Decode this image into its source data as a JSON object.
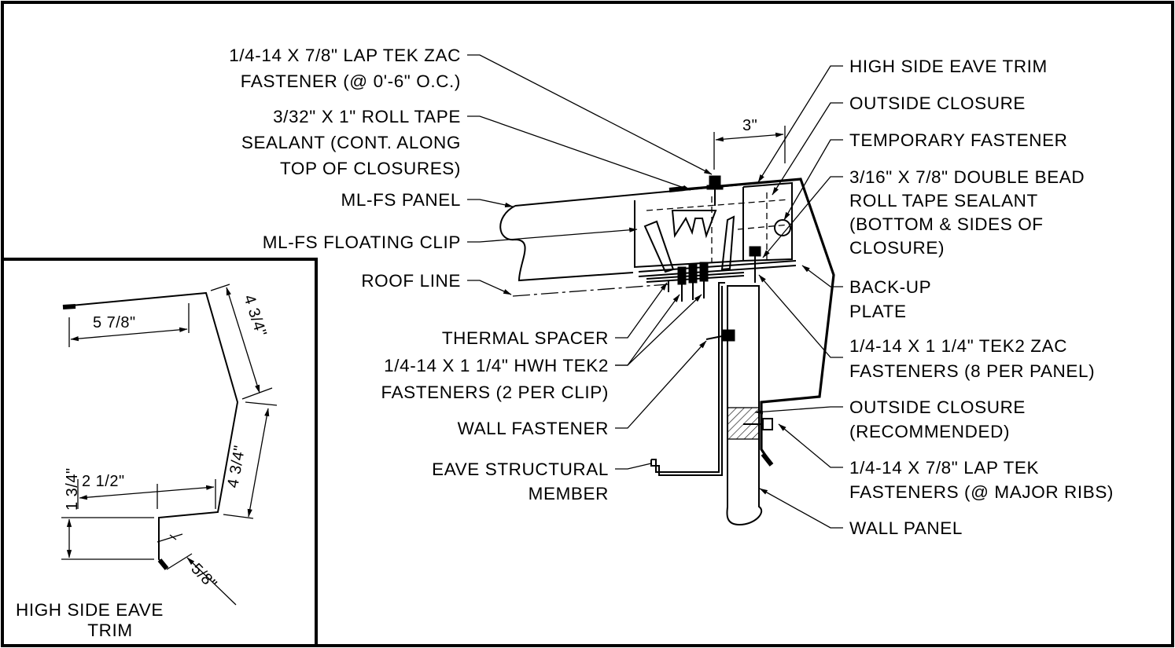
{
  "labels": {
    "lap_tek_zac_1": "1/4-14 X 7/8\" LAP TEK ZAC",
    "lap_tek_zac_2": "FASTENER (@ 0'-6\" O.C.)",
    "roll_tape_1": "3/32\" X 1\" ROLL TAPE",
    "roll_tape_2": "SEALANT (CONT. ALONG",
    "roll_tape_3": "TOP OF CLOSURES)",
    "ml_fs_panel": "ML-FS PANEL",
    "ml_fs_clip": "ML-FS FLOATING CLIP",
    "roof_line": "ROOF LINE",
    "thermal_spacer": "THERMAL SPACER",
    "hwh_tek2_1": "1/4-14 X 1 1/4\" HWH TEK2",
    "hwh_tek2_2": "FASTENERS (2 PER CLIP)",
    "wall_fastener": "WALL FASTENER",
    "eave_struct_1": "EAVE STRUCTURAL",
    "eave_struct_2": "MEMBER",
    "high_side_eave_trim": "HIGH SIDE EAVE TRIM",
    "outside_closure_top": "OUTSIDE CLOSURE",
    "temporary_fastener": "TEMPORARY FASTENER",
    "double_bead_1": "3/16\" X 7/8\" DOUBLE BEAD",
    "double_bead_2": "ROLL TAPE SEALANT",
    "double_bead_3": "(BOTTOM & SIDES OF",
    "double_bead_4": "CLOSURE)",
    "backup_1": "BACK-UP",
    "backup_2": "PLATE",
    "tek2_zac_1": "1/4-14 X 1 1/4\" TEK2 ZAC",
    "tek2_zac_2": "FASTENERS (8 PER PANEL)",
    "outside_closure_rec_1": "OUTSIDE CLOSURE",
    "outside_closure_rec_2": "(RECOMMENDED)",
    "lap_tek_ribs_1": "1/4-14 X 7/8\" LAP TEK",
    "lap_tek_ribs_2": "FASTENERS (@ MAJOR RIBS)",
    "wall_panel": "WALL PANEL"
  },
  "dimensions": {
    "main_3in": "3\"",
    "trim_top": "5 7/8\"",
    "trim_upper_slope": "4 3/4\"",
    "trim_lower_slope": "4 3/4\"",
    "trim_step": "2 1/2\"",
    "trim_height": "1 3/4\"",
    "trim_hem": "5/8\""
  },
  "inset": {
    "title_1": "HIGH SIDE EAVE",
    "title_2": "TRIM"
  }
}
